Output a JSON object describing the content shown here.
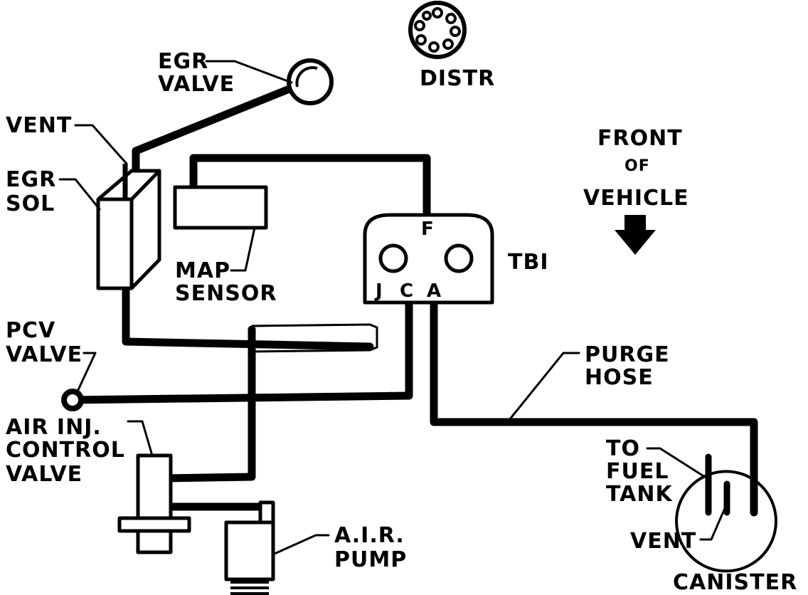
{
  "labels": {
    "distr": "DISTR",
    "egr_valve_1": "EGR",
    "egr_valve_2": "VALVE",
    "vent_top": "VENT",
    "egr_sol_1": "EGR",
    "egr_sol_2": "SOL",
    "front_1": "FRONT",
    "front_2": "OF",
    "front_3": "VEHICLE",
    "map_1": "MAP",
    "map_2": "SENSOR",
    "tbi": "TBI",
    "port_f": "F",
    "port_j": "J",
    "port_c": "C",
    "port_a": "A",
    "pcv_1": "PCV",
    "pcv_2": "VALVE",
    "purge_1": "PURGE",
    "purge_2": "HOSE",
    "air_inj_1": "AIR INJ.",
    "air_inj_2": "CONTROL",
    "air_inj_3": "VALVE",
    "to_fuel_1": "TO",
    "to_fuel_2": "FUEL",
    "to_fuel_3": "TANK",
    "vent_bottom": "VENT",
    "air_pump_1": "A.I.R.",
    "air_pump_2": "PUMP",
    "canister": "CANISTER"
  }
}
